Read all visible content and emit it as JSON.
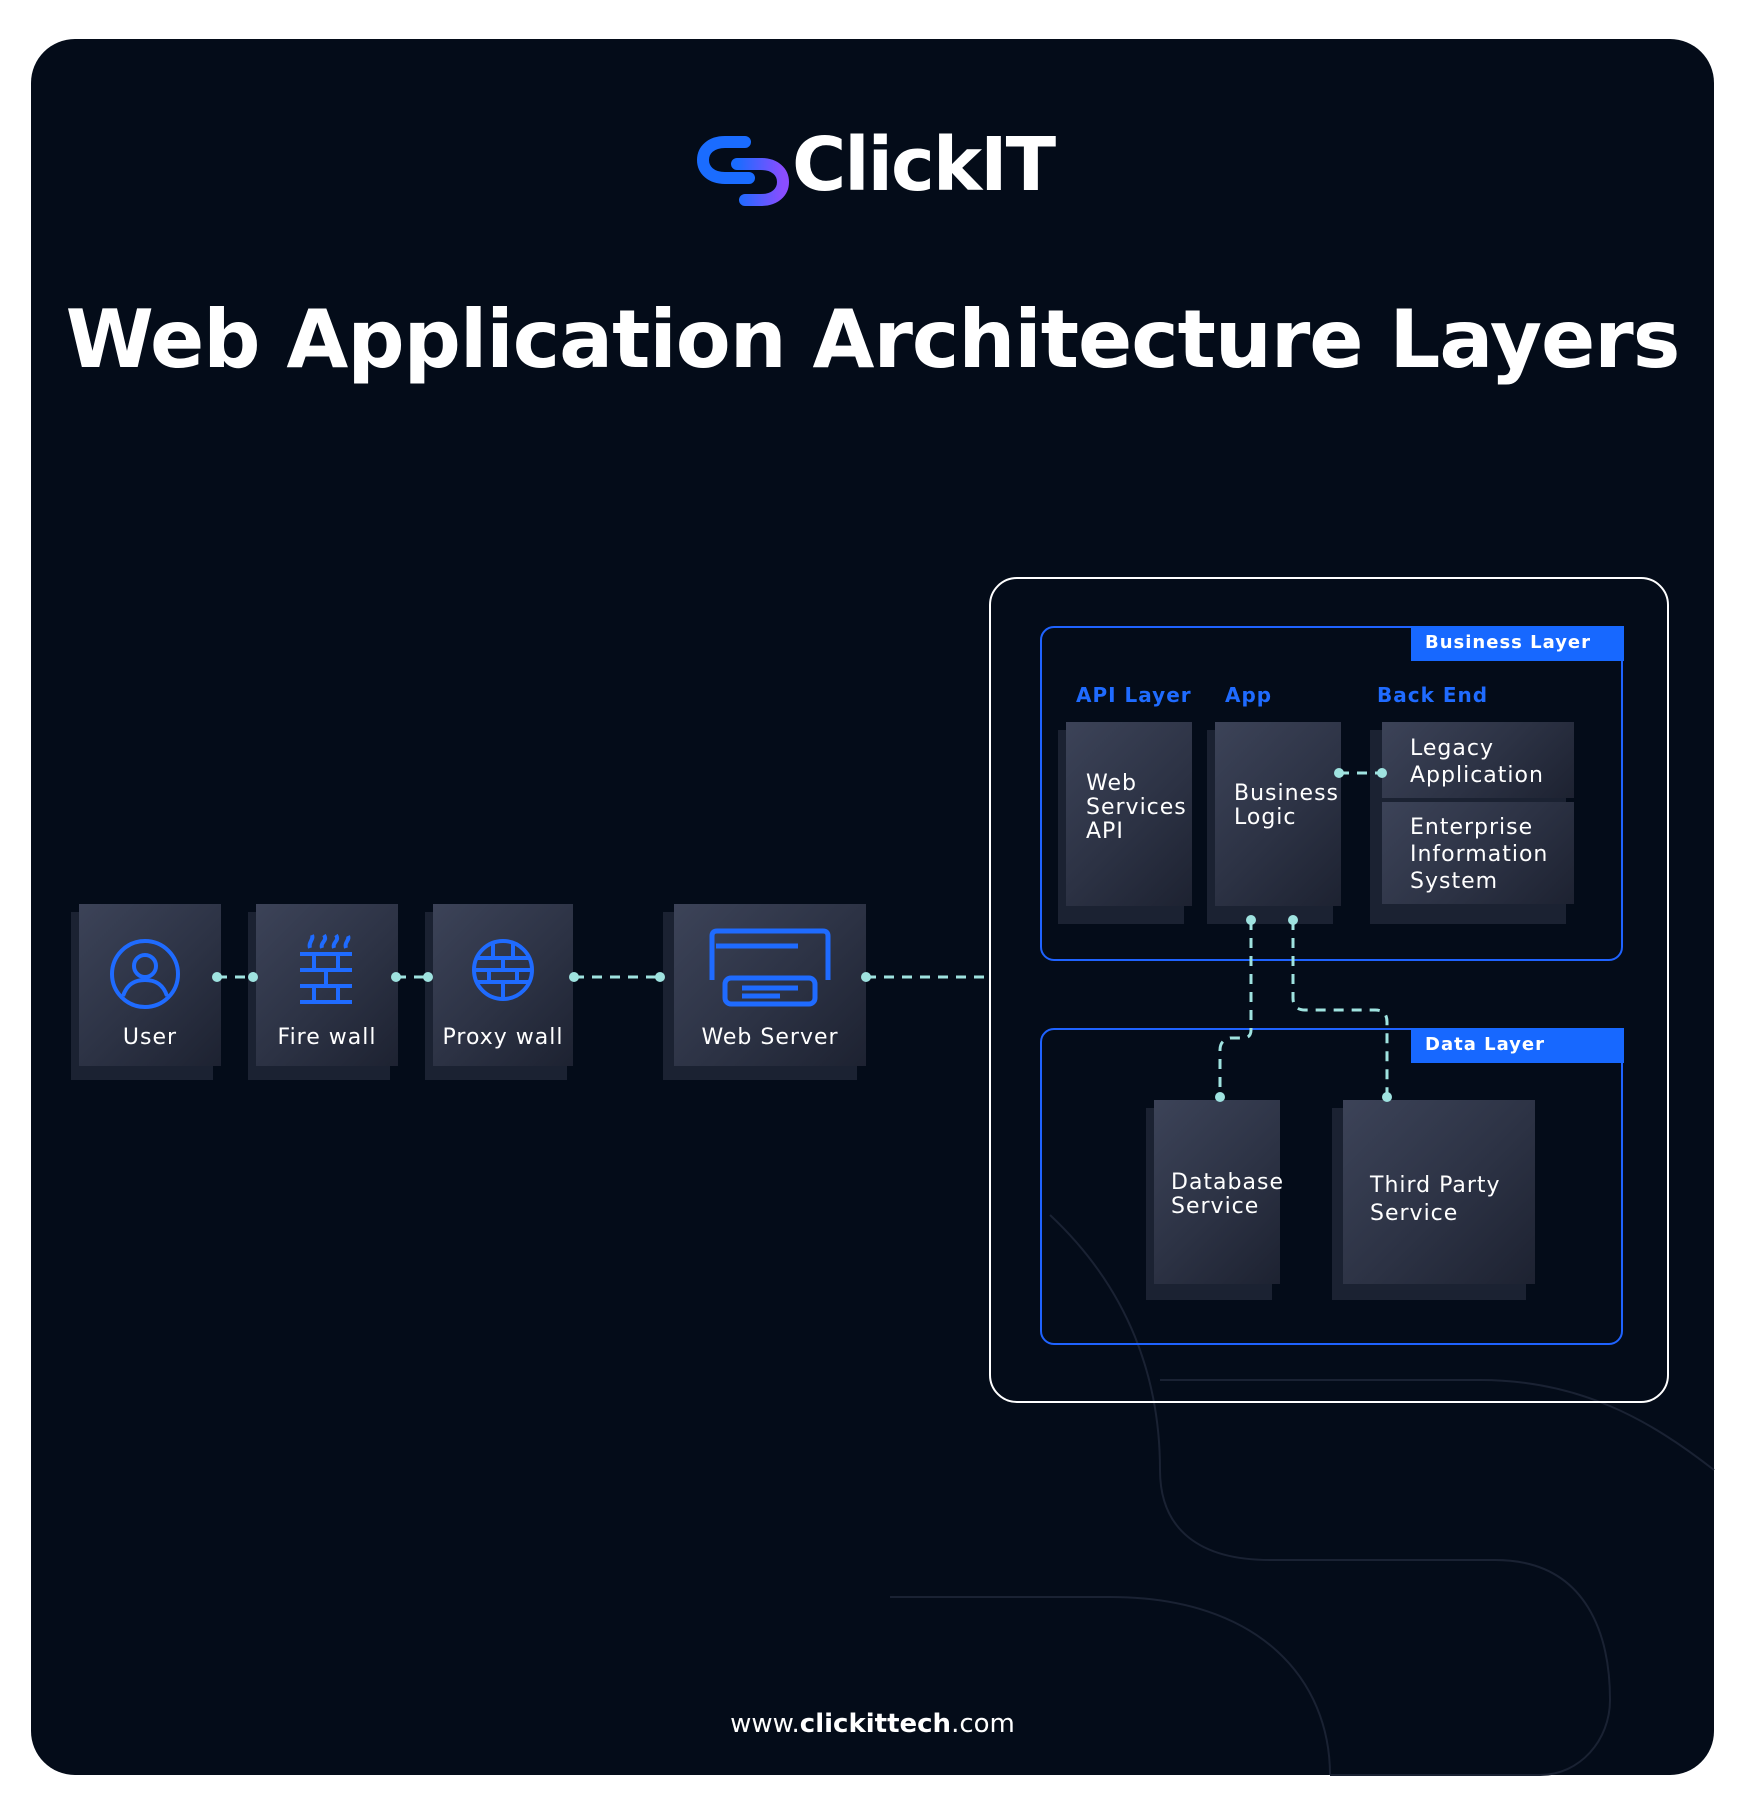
{
  "brand": {
    "name": "ClickIT",
    "url_prefix": "www.",
    "url_bold": "clickittech",
    "url_suffix": ".com"
  },
  "title": "Web Application Architecture Layers",
  "pipeline": [
    {
      "label": "User",
      "icon": "user-icon"
    },
    {
      "label": "Fire wall",
      "icon": "firewall-icon"
    },
    {
      "label": "Proxy wall",
      "icon": "globe-icon"
    },
    {
      "label": "Web Server",
      "icon": "server-icon"
    }
  ],
  "business_layer": {
    "tag": "Business Layer",
    "columns": {
      "api": "API Layer",
      "app": "App",
      "backend": "Back End"
    },
    "api_card": [
      "Web",
      "Services",
      "API"
    ],
    "app_card": [
      "Business",
      "Logic"
    ],
    "legacy_card": [
      "Legacy",
      "Application"
    ],
    "eis_card": [
      "Enterprise",
      "Information",
      "System"
    ]
  },
  "data_layer": {
    "tag": "Data Layer",
    "database_card": [
      "Database",
      "Service"
    ],
    "third_party_card": [
      "Third Party",
      "Service"
    ]
  },
  "colors": {
    "background": "#040c19",
    "accent": "#1768ff",
    "connector": "#9fe3e0",
    "brand_gradient": [
      "#1a6cff",
      "#8a4dff"
    ]
  }
}
